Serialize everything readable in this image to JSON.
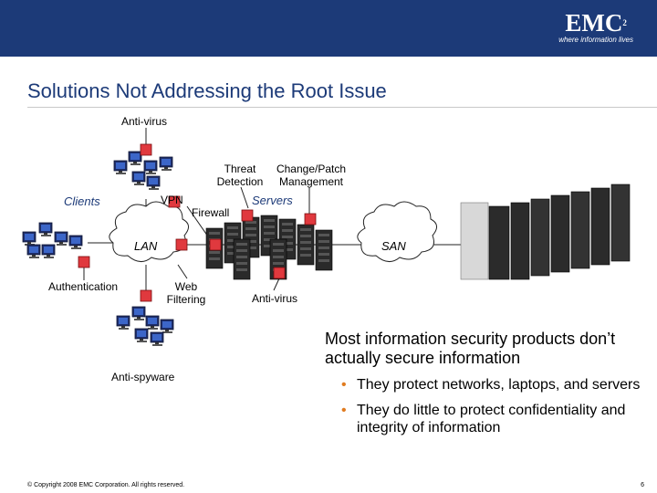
{
  "header": {
    "logo_text": "EMC",
    "logo_sup": "2",
    "tagline": "where information lives"
  },
  "slide": {
    "title": "Solutions Not Addressing the Root Issue"
  },
  "diagram": {
    "anti_virus_top": "Anti-virus",
    "threat_detection": "Threat\nDetection",
    "change_patch": "Change/Patch\nManagement",
    "clients": "Clients",
    "vpn": "VPN",
    "firewall": "Firewall",
    "servers": "Servers",
    "lan": "LAN",
    "san": "SAN",
    "authentication": "Authentication",
    "web_filtering": "Web\nFiltering",
    "anti_virus_servers": "Anti-virus",
    "anti_spyware": "Anti-spyware"
  },
  "content": {
    "headline": "Most information security products don’t actually secure information",
    "bullets": [
      "They protect networks, laptops, and servers",
      "They do little to protect confidentiality and integrity of information"
    ]
  },
  "footer": {
    "copyright": "© Copyright 2008 EMC Corporation. All rights reserved.",
    "page": "6"
  },
  "colors": {
    "brand": "#1c3a78",
    "lock_red": "#e0393e",
    "bullet": "#e07b1f"
  }
}
